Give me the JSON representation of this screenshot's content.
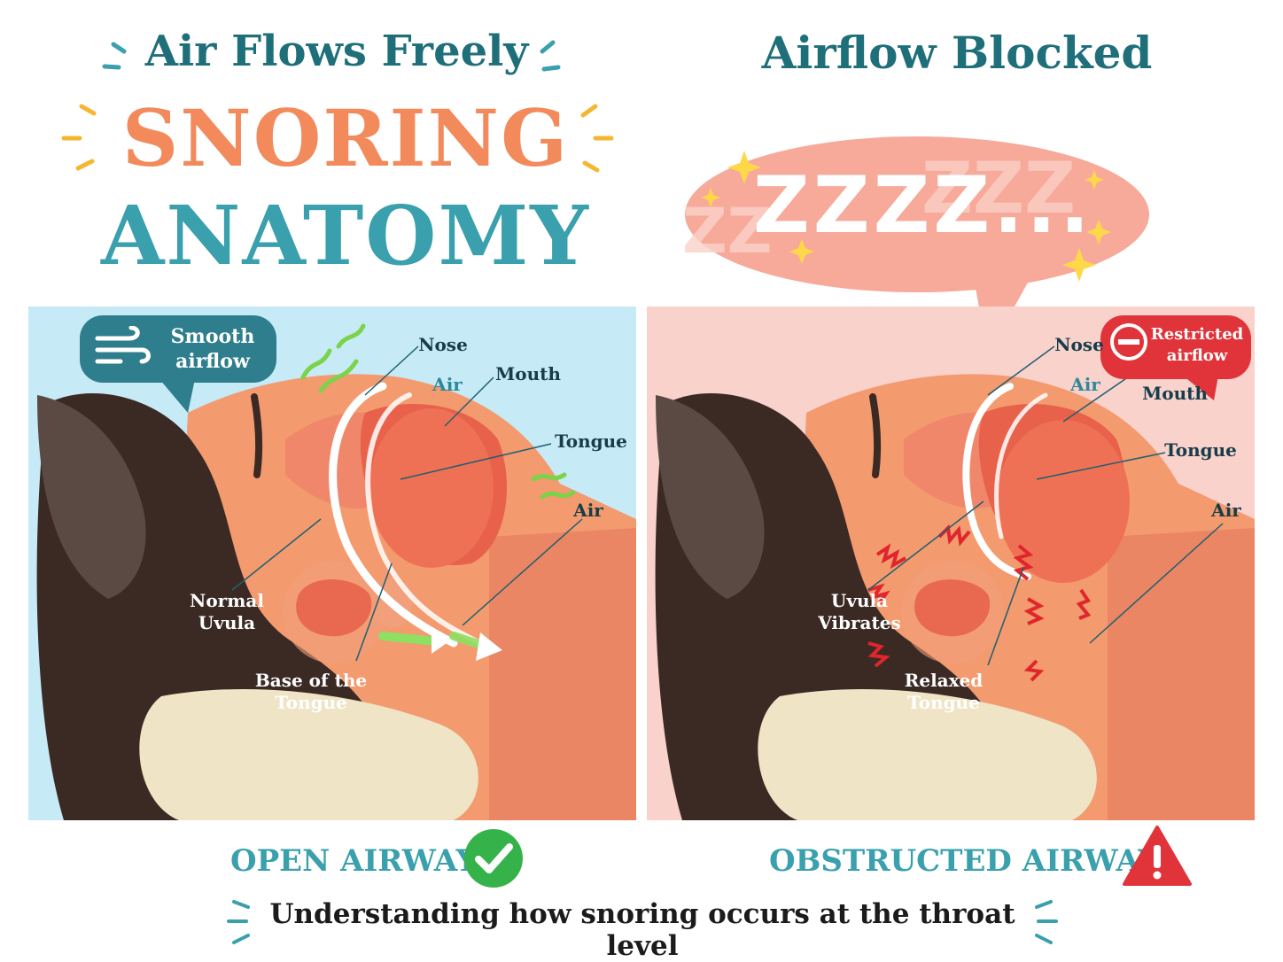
{
  "header": {
    "left_title": "Air Flows Freely",
    "right_title": "Airflow Blocked",
    "main_title_line1": "SNORING",
    "main_title_line2": "ANATOMY"
  },
  "speech": {
    "zzz": "ZZZZ..."
  },
  "left_panel": {
    "bubble_text_line1": "Smooth",
    "bubble_text_line2": "airflow",
    "labels": {
      "nose": "Nose",
      "mouth": "Mouth",
      "air_top": "Air",
      "tongue": "Tongue",
      "air_right": "Air",
      "uvula_line1": "Normal",
      "uvula_line2": "Uvula",
      "base_line1": "Base of the",
      "base_line2": "Tongue"
    },
    "caption": "OPEN AIRWAY"
  },
  "right_panel": {
    "bubble_text_line1": "Restricted",
    "bubble_text_line2": "airflow",
    "labels": {
      "nose": "Nose",
      "mouth": "Mouth",
      "air_top": "Air",
      "tongue": "Tongue",
      "air_right": "Air",
      "uvula_line1": "Uvula",
      "uvula_line2": "Vibrates",
      "relaxed_line1": "Relaxed",
      "relaxed_line2": "Tongue"
    },
    "caption": "OBSTRUCTED AIRWAY"
  },
  "footer": {
    "text": "Understanding how snoring occurs at the throat level"
  },
  "colors": {
    "teal_dark": "#1f6f7a",
    "teal": "#3aa0ad",
    "orange": "#f28a5c",
    "skin": "#f39a6f",
    "hair": "#3b2a24",
    "pillow": "#efe4c6",
    "green_flow": "#7bd34a",
    "alert_red": "#e0343a",
    "check_green": "#35b34a",
    "panel_left_bg": "#c6eaf6",
    "panel_right_bg": "#f9d2cc"
  }
}
